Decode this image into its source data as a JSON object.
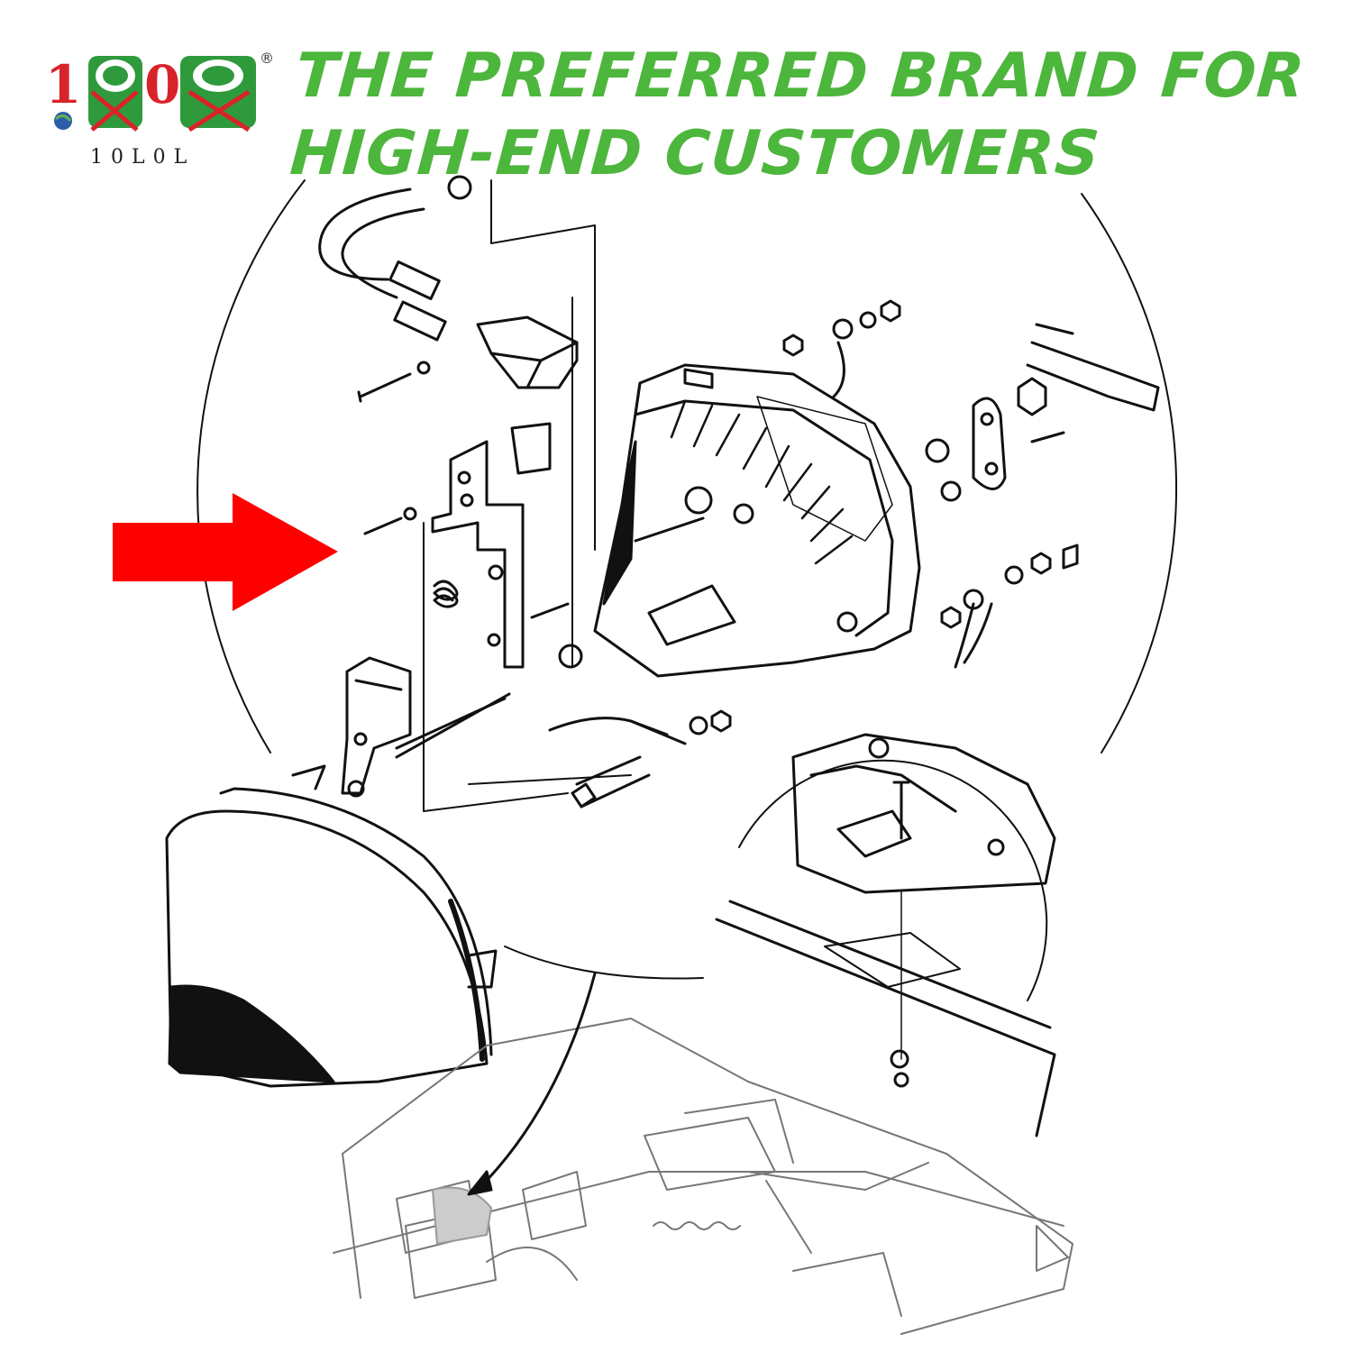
{
  "brand": {
    "logo_text": "10L0L",
    "registered_mark": "®",
    "colors": {
      "red": "#d9232a",
      "green": "#2f9a3c",
      "accent_green": "#4db63c"
    }
  },
  "headline": "THE PREFERRED BRAND FOR HIGH-END CUSTOMERS",
  "callout": {
    "arrow_color": "#ff0000",
    "arrow_icon": "right-arrow-icon"
  },
  "diagram": {
    "subject": "exploded-parts-view",
    "icons": [
      "micro-switch-icon",
      "switch-bracket-icon",
      "spring-icon",
      "screw-icon",
      "bolt-icon",
      "washer-icon",
      "nut-icon",
      "wire-harness-icon",
      "cover-housing-icon",
      "pedal-box-icon",
      "inset-mount-detail-icon",
      "vehicle-chassis-icon"
    ]
  }
}
